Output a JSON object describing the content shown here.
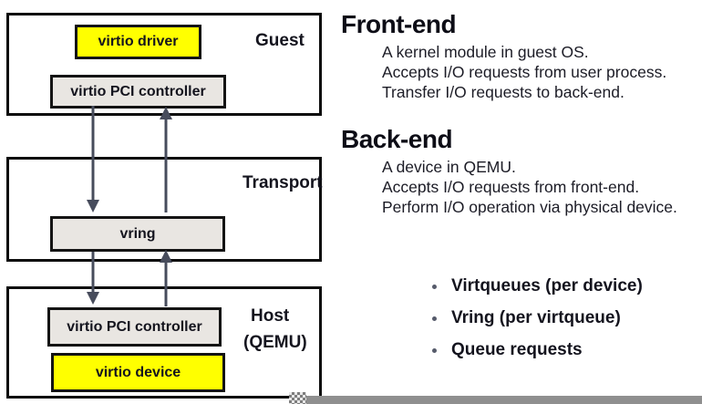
{
  "diagram": {
    "layers": [
      {
        "id": "guest",
        "label": "Guest",
        "boxes": [
          {
            "id": "virtio-driver",
            "label": "virtio driver",
            "style": "yellow-highlight"
          },
          {
            "id": "virtio-pci-controller-guest",
            "label": "virtio PCI controller",
            "style": "gray"
          }
        ]
      },
      {
        "id": "transport",
        "label": "Transport",
        "boxes": [
          {
            "id": "vring",
            "label": "vring",
            "style": "gray"
          }
        ]
      },
      {
        "id": "host",
        "label": "Host",
        "label2": "(QEMU)",
        "boxes": [
          {
            "id": "virtio-pci-controller-host",
            "label": "virtio PCI controller",
            "style": "gray"
          },
          {
            "id": "virtio-device",
            "label": "virtio device",
            "style": "yellow-highlight"
          }
        ]
      }
    ],
    "arrows": [
      {
        "from": "virtio-pci-controller-guest",
        "to": "vring",
        "direction": "down"
      },
      {
        "from": "vring",
        "to": "virtio-pci-controller-guest",
        "direction": "up"
      },
      {
        "from": "vring",
        "to": "virtio-pci-controller-host",
        "direction": "down"
      },
      {
        "from": "virtio-pci-controller-host",
        "to": "vring",
        "direction": "up"
      }
    ]
  },
  "sections": [
    {
      "title": "Front-end",
      "lines": [
        "A kernel module in guest OS.",
        "Accepts I/O requests from user process.",
        "Transfer I/O requests to back-end."
      ]
    },
    {
      "title": "Back-end",
      "lines": [
        "A device in QEMU.",
        "Accepts I/O requests from front-end.",
        "Perform I/O operation via physical device."
      ]
    }
  ],
  "bullets": [
    "Virtqueues (per device)",
    "Vring (per virtqueue)",
    "Queue requests"
  ],
  "colors": {
    "highlight_yellow": "#ffff00",
    "box_gray": "#e9e6e2",
    "border_black": "#0c0c0c",
    "arrow_gray": "#474c5c",
    "bar_gray": "#8f8f8f"
  }
}
